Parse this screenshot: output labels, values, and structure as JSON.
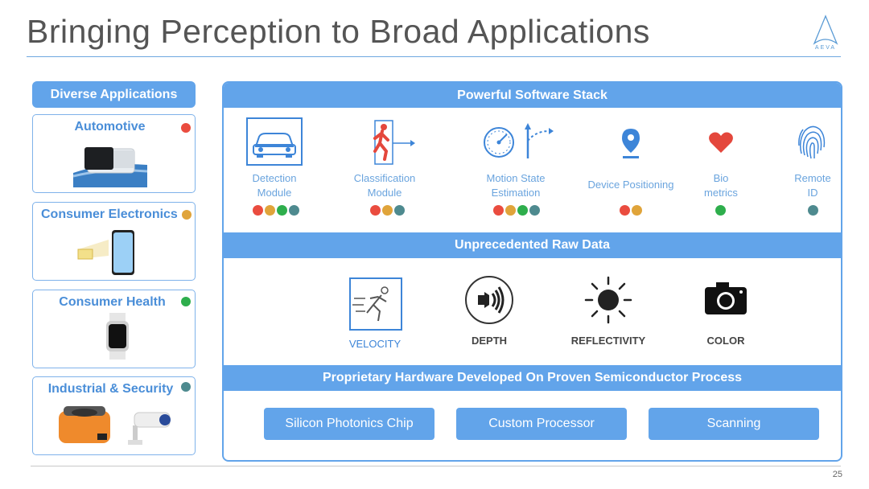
{
  "slide": {
    "title": "Bringing Perception to Broad Applications",
    "logo_text": "AEVA",
    "page_number": "25"
  },
  "applications": {
    "header": "Diverse Applications",
    "items": [
      {
        "label": "Automotive",
        "dot_color": "#ea4c3f"
      },
      {
        "label": "Consumer Electronics",
        "dot_color": "#e0a43a"
      },
      {
        "label": "Consumer Health",
        "dot_color": "#2eae4c"
      },
      {
        "label": "Industrial & Security",
        "dot_color": "#4e8a8f"
      }
    ]
  },
  "software": {
    "header": "Powerful Software Stack",
    "modules": [
      {
        "line1": "Detection",
        "line2": "Module",
        "icon": "car-icon",
        "dots": [
          "#ea4c3f",
          "#e0a43a",
          "#2eae4c",
          "#4e8a8f"
        ]
      },
      {
        "line1": "Classification",
        "line2": "Module",
        "icon": "running-person-icon",
        "dots": [
          "#ea4c3f",
          "#e0a43a",
          "#4e8a8f"
        ]
      },
      {
        "line1": "Motion State",
        "line2": "Estimation",
        "icon": "speedometer-icon",
        "dots": [
          "#ea4c3f",
          "#e0a43a",
          "#2eae4c",
          "#4e8a8f"
        ]
      },
      {
        "line1": "Device Positioning",
        "line2": "",
        "icon": "location-pin-icon",
        "dots": [
          "#ea4c3f",
          "#e0a43a"
        ]
      },
      {
        "line1": "Bio",
        "line2": "metrics",
        "icon": "heart-icon",
        "dots": [
          "#2eae4c"
        ]
      },
      {
        "line1": "Remote",
        "line2": "ID",
        "icon": "fingerprint-icon",
        "dots": [
          "#4e8a8f"
        ]
      }
    ]
  },
  "raw_data": {
    "header": "Unprecedented Raw Data",
    "items": [
      {
        "label": "VELOCITY",
        "icon": "velocity-icon"
      },
      {
        "label": "DEPTH",
        "icon": "depth-icon"
      },
      {
        "label": "REFLECTIVITY",
        "icon": "sun-icon"
      },
      {
        "label": "COLOR",
        "icon": "camera-icon"
      }
    ]
  },
  "hardware": {
    "header": "Proprietary Hardware Developed On Proven Semiconductor Process",
    "items": [
      "Silicon Photonics Chip",
      "Custom Processor",
      "Scanning"
    ]
  },
  "colors": {
    "accent": "#62a4ea",
    "title_text": "#555555"
  }
}
